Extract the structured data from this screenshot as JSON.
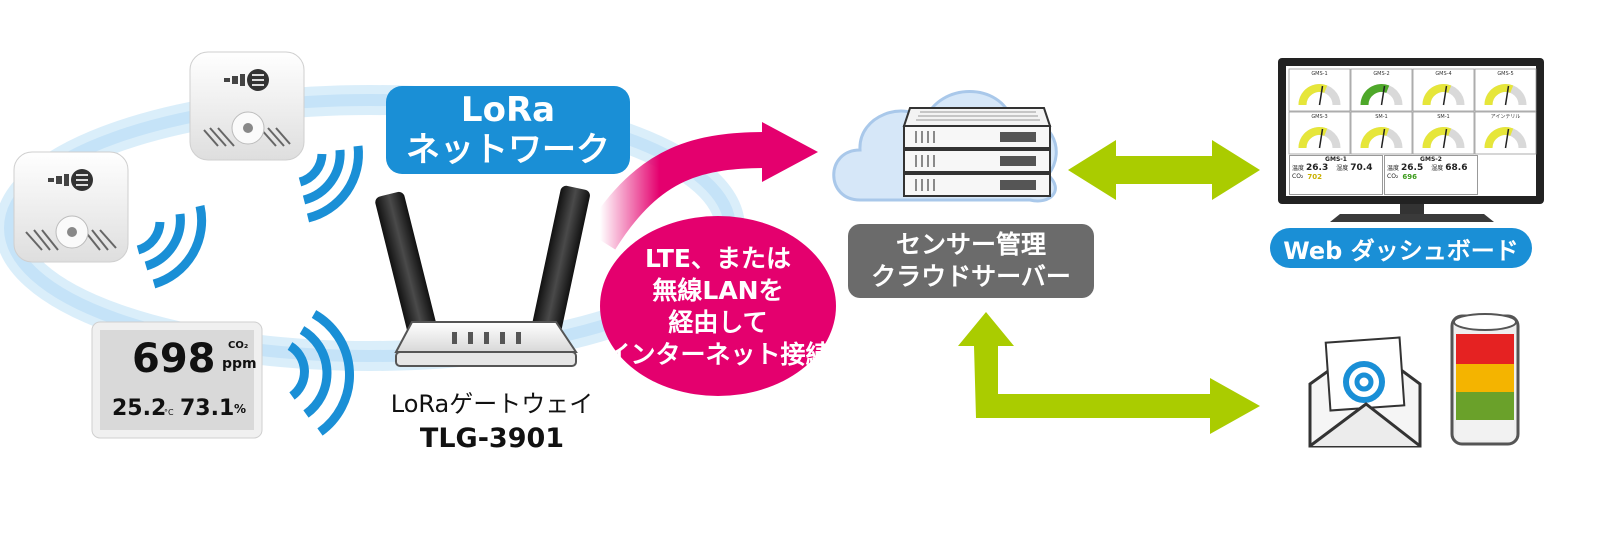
{
  "lora_network": {
    "line1": "LoRa",
    "line2": "ネットワーク"
  },
  "gateway": {
    "name": "LoRaゲートウェイ",
    "model": "TLG-3901"
  },
  "internet_link": {
    "line1": "LTE、または",
    "line2": "無線LANを",
    "line3": "経由して",
    "line4": "インターネット接続"
  },
  "server": {
    "line1": "センサー管理",
    "line2": "クラウドサーバー"
  },
  "dashboard": {
    "label": "Web ダッシュボード",
    "gauge_titles": [
      "GMS-1",
      "GMS-2",
      "GMS-4",
      "GMS-5",
      "GMS-3",
      "SM-1",
      "SM-1",
      "アインテリル"
    ],
    "panels": [
      {
        "title": "GMS-1",
        "temp_label": "温度",
        "temp": "26.3",
        "hum_label": "湿度",
        "hum": "70.4",
        "co2_label": "CO₂",
        "co2": "702"
      },
      {
        "title": "GMS-2",
        "temp_label": "温度",
        "temp": "26.5",
        "hum_label": "湿度",
        "hum": "68.6",
        "co2_label": "CO₂",
        "co2": "696"
      }
    ]
  },
  "display_device": {
    "co2": "698",
    "co2_unit": "CO₂",
    "co2_ppm": "ppm",
    "temp": "25.2",
    "temp_unit": "°C",
    "hum": "73.1",
    "hum_unit": "%"
  },
  "colors": {
    "blue": "#1a8fd6",
    "magenta": "#e4006e",
    "lime": "#aacc00",
    "gray_pill": "#6b6b6b",
    "cloud": "#a9c8ea"
  }
}
